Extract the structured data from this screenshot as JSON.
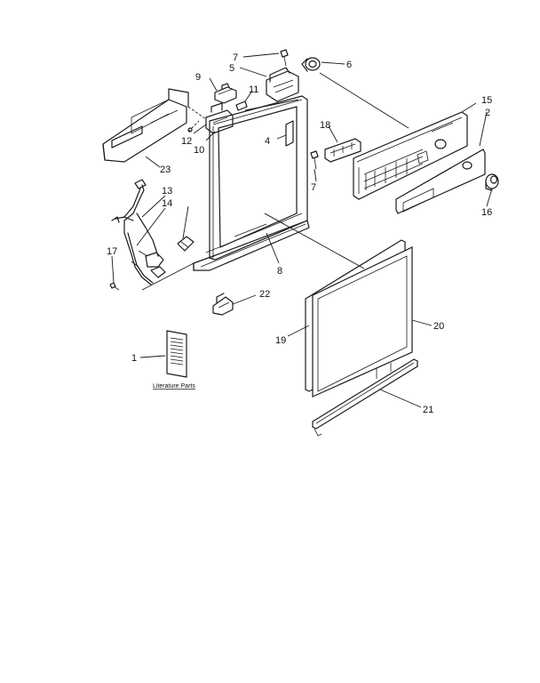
{
  "callouts": [
    "1",
    "2",
    "4",
    "5",
    "6",
    "7",
    "7",
    "8",
    "9",
    "10",
    "11",
    "12",
    "13",
    "14",
    "15",
    "16",
    "17",
    "18",
    "19",
    "20",
    "21",
    "22",
    "23"
  ],
  "literature_caption": "Literature Parts"
}
